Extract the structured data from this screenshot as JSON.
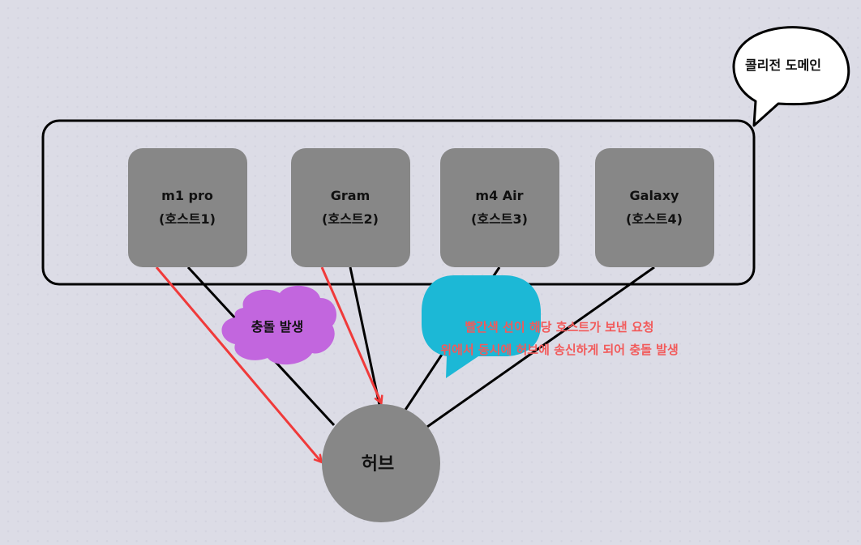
{
  "domain_label": "콜리전 도메인",
  "hosts": [
    {
      "name": "m1 pro",
      "sub": "(호스트1)"
    },
    {
      "name": "Gram",
      "sub": "(호스트2)"
    },
    {
      "name": "m4 Air",
      "sub": "(호스트3)"
    },
    {
      "name": "Galaxy",
      "sub": "(호스트4)"
    }
  ],
  "hub_label": "허브",
  "collision_cloud": "충돌 발생",
  "annotation": {
    "line1": "빨간색 선이 해당 호스트가 보낸 요청",
    "line2": "위에서 동시에 허브에 송신하게 되어 충돌 발생"
  },
  "colors": {
    "host_fill": "#878787",
    "hub_fill": "#878787",
    "cloud_fill": "#c266de",
    "speech_fill": "#1cb8d6",
    "red_line": "#f03a3a",
    "annotation_text": "#f25a5a"
  }
}
